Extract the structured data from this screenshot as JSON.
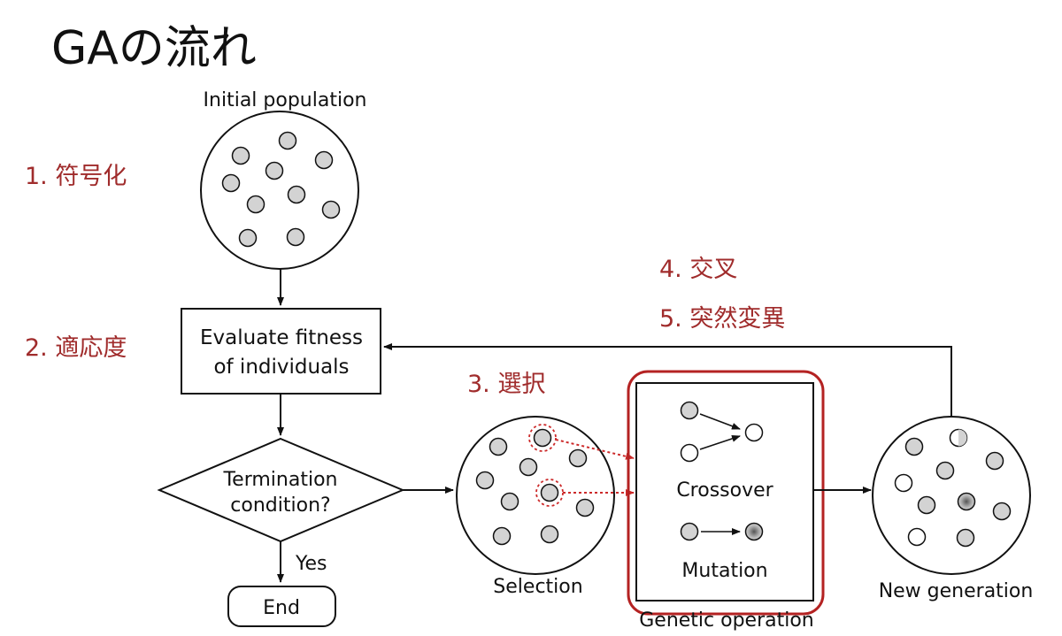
{
  "title": "GAの流れ",
  "steps": {
    "encoding": "1. 符号化",
    "fitness": "2. 適応度",
    "selection": "3. 選択",
    "crossover": "4. 交叉",
    "mutation": "5. 突然変異"
  },
  "nodes": {
    "initial_population": "Initial population",
    "evaluate_line1": "Evaluate fitness",
    "evaluate_line2": "of individuals",
    "termination_line1": "Termination",
    "termination_line2": "condition?",
    "yes": "Yes",
    "end": "End",
    "selection": "Selection",
    "crossover": "Crossover",
    "mutation": "Mutation",
    "genetic_operation": "Genetic operation",
    "new_generation": "New generation"
  },
  "colors": {
    "accent": "#a02c2c",
    "individual_fill": "#d3d3d3",
    "line": "#111111"
  }
}
